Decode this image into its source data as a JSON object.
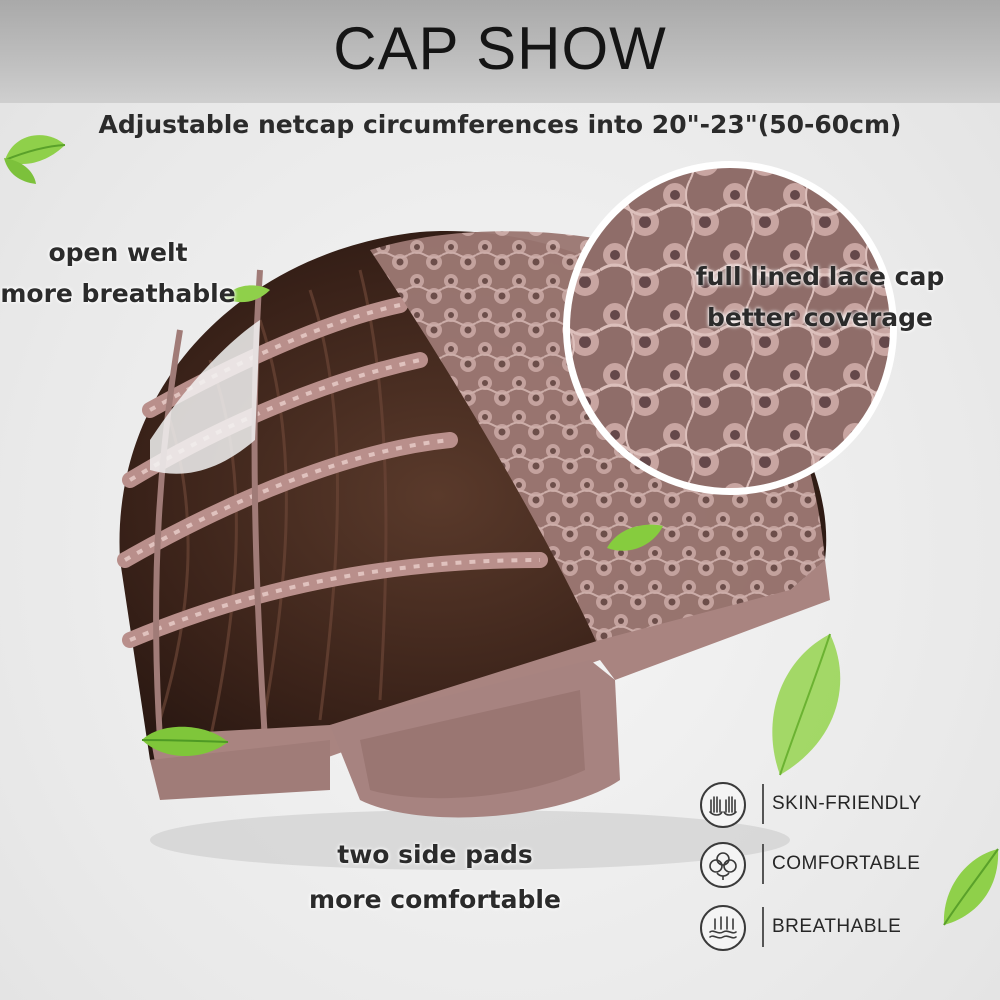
{
  "header": {
    "title": "CAP SHOW"
  },
  "subtitle": "Adjustable netcap circumferences into 20\"-23\"(50-60cm)",
  "callouts": {
    "open_welt": {
      "line1": "open welt",
      "line2": "more breathable"
    },
    "lace_cap": {
      "line1": "full lined lace cap",
      "line2": "better coverage"
    },
    "side_pads": {
      "line1": "two side pads",
      "line2": "more comfortable"
    }
  },
  "features": [
    {
      "label": "SKIN-FRIENDLY",
      "icon": "hands-icon"
    },
    {
      "label": "COMFORTABLE",
      "icon": "cotton-icon"
    },
    {
      "label": "BREATHABLE",
      "icon": "airflow-icon"
    }
  ],
  "colors": {
    "cap_pink": "#b48a88",
    "cap_dark": "#8d6763",
    "hair_brown": "#4a2e22",
    "leaf_green": "#7fc63a"
  }
}
